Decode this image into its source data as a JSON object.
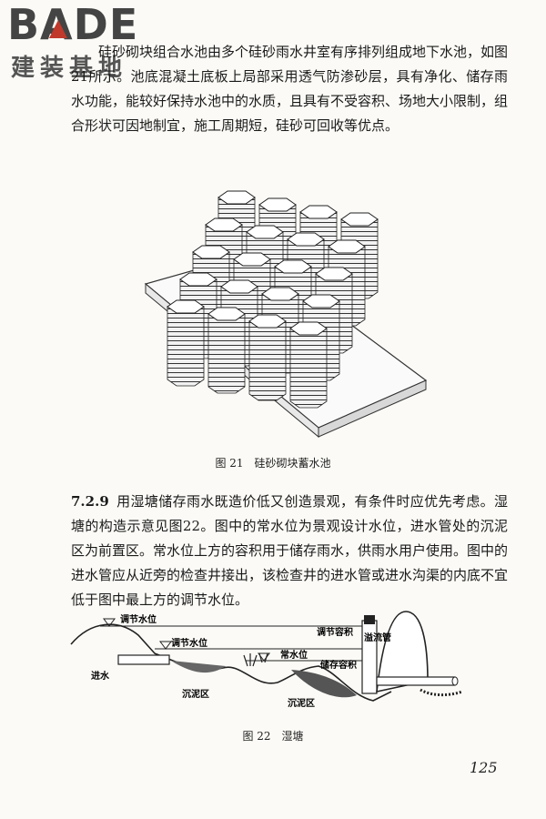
{
  "watermark": {
    "brand": "BADE",
    "sub": "建装基地"
  },
  "paragraph1": "硅砂砌块组合水池由多个硅砂雨水井室有序排列组成地下水池，如图21所示。池底混凝土底板上局部采用透气防渗砂层，具有净化、储存雨水功能，能较好保持水池中的水质，且具有不受容积、场地大小限制，组合形状可因地制宜，施工周期短，硅砂可回收等优点。",
  "figure21": {
    "caption": "图 21　硅砂砌块蓄水池"
  },
  "section": {
    "number": "7.2.9",
    "text": "用湿塘储存雨水既造价低又创造景观，有条件时应优先考虑。湿塘的构造示意见图22。图中的常水位为景观设计水位，进水管处的沉泥区为前置区。常水位上方的容积用于储存雨水，供雨水用户使用。图中的进水管应从近旁的检查井接出，该检查井的进水管或进水沟渠的内底不宜低于图中最上方的调节水位。"
  },
  "figure22": {
    "caption": "图 22　湿塘",
    "labels": {
      "adjust_level_top": "调节水位",
      "adjust_level": "调节水位",
      "adjust_volume": "调节容积",
      "overflow_pipe": "溢流管",
      "normal_level": "常水位",
      "storage_volume": "储存容积",
      "inlet": "进水",
      "sediment_1": "沉泥区",
      "sediment_2": "沉泥区"
    }
  },
  "page_number": "125"
}
